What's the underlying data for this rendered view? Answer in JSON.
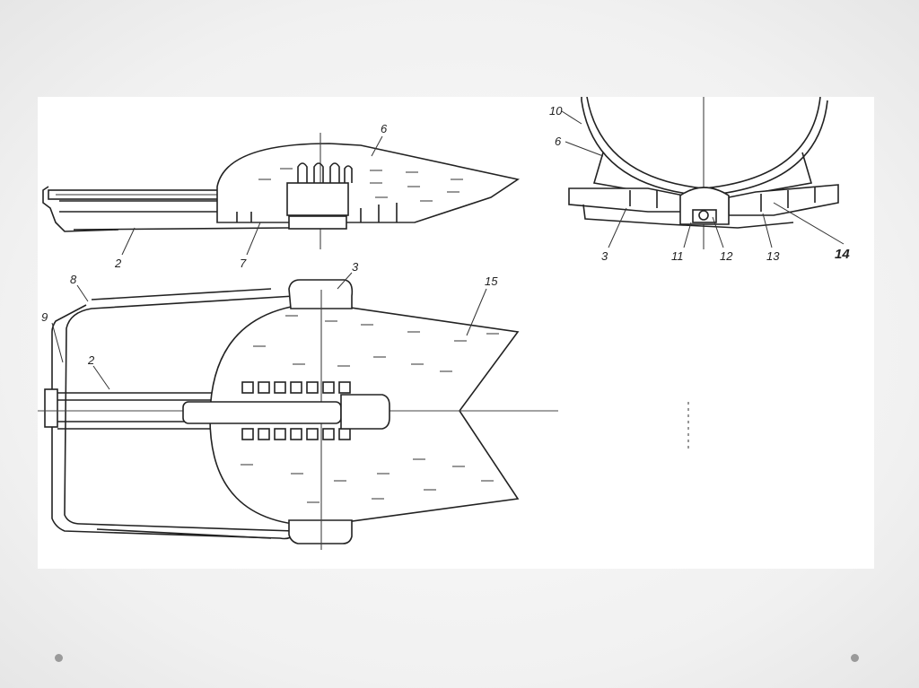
{
  "figure": {
    "side_view_labels": [
      "6",
      "2",
      "7"
    ],
    "top_view_labels": [
      "8",
      "3",
      "15",
      "9",
      "2"
    ],
    "section_view_labels": [
      "10",
      "6",
      "3",
      "11",
      "12",
      "13",
      "14"
    ]
  },
  "icons": {
    "nav_left": "dot-icon",
    "nav_right": "dot-icon"
  }
}
